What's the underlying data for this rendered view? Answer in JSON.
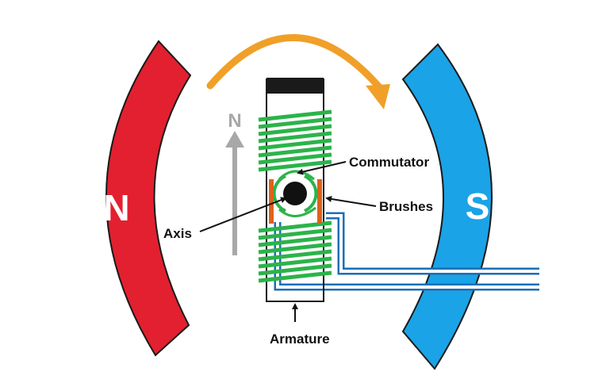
{
  "diagram": {
    "north_pole_label": "N",
    "south_pole_label": "S",
    "field_direction_label": "N",
    "labels": {
      "commutator": "Commutator",
      "brushes": "Brushes",
      "axis": "Axis",
      "armature": "Armature"
    },
    "colors": {
      "north_magnet": "#e3202f",
      "south_magnet": "#1aa3e6",
      "coil": "#2cb34a",
      "rotation_arrow": "#f0a028",
      "brush": "#e0601a",
      "wire": "#1a6fb8",
      "field_arrow": "#a8a8a8"
    }
  }
}
